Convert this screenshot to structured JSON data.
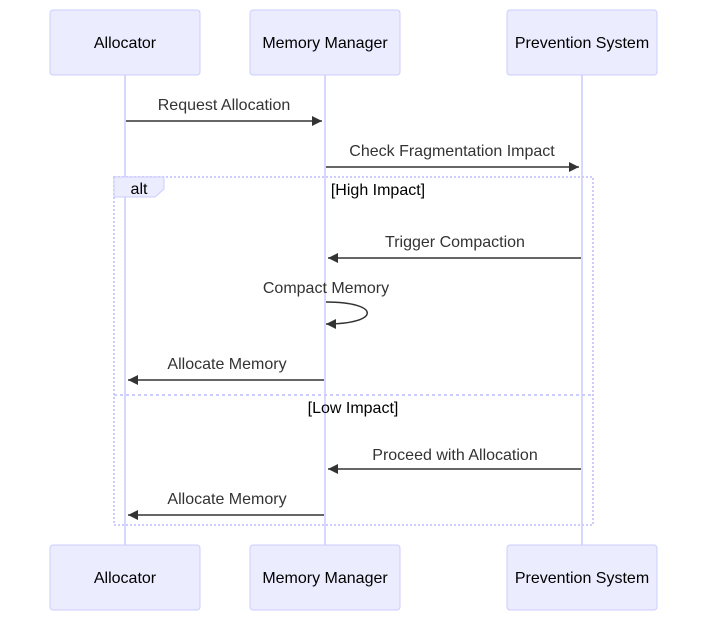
{
  "participants": {
    "allocator": "Allocator",
    "memory_manager": "Memory Manager",
    "prevention_system": "Prevention System"
  },
  "messages": {
    "request_allocation": "Request Allocation",
    "check_fragmentation": "Check Fragmentation Impact",
    "trigger_compaction": "Trigger Compaction",
    "compact_memory": "Compact Memory",
    "allocate_memory_high": "Allocate Memory",
    "proceed_allocation": "Proceed with Allocation",
    "allocate_memory_low": "Allocate Memory"
  },
  "alt_frame": {
    "keyword": "alt",
    "high_condition": "[High Impact]",
    "low_condition": "[Low Impact]"
  },
  "colors": {
    "actor_fill": "#ECECFF",
    "actor_stroke": "#CCCCFF",
    "message": "#333333"
  }
}
